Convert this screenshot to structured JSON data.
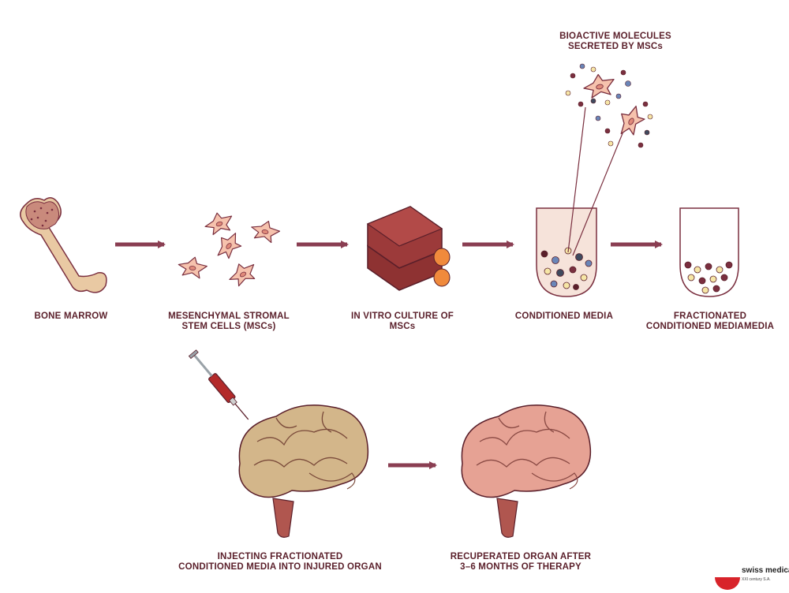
{
  "steps": {
    "bone_marrow": [
      "BONE MARROW"
    ],
    "mscs": [
      "MESENCHYMAL STROMAL",
      "STEM CELLS (MSCs)"
    ],
    "culture": [
      "IN VITRO CULTURE OF",
      "MSCs"
    ],
    "conditioned": [
      "CONDITIONED MEDIA"
    ],
    "fractionated": [
      "FRACTIONATED",
      "CONDITIONED MEDIAMEDIA"
    ],
    "bioactive": [
      "BIOACTIVE MOLECULES",
      "SECRETED BY MSCs"
    ],
    "injecting": [
      "INJECTING FRACTIONATED",
      "CONDITIONED MEDIA INTO INJURED ORGAN"
    ],
    "recuperated": [
      "RECUPERATED ORGAN AFTER",
      "3–6 MONTHS OF THERAPY"
    ]
  },
  "logo": {
    "name": "swiss medica",
    "subtitle": "XXI century S.A."
  },
  "colors": {
    "arrow": "#8a3e52",
    "label": "#5a1f2a",
    "brand": "#d8232a"
  }
}
